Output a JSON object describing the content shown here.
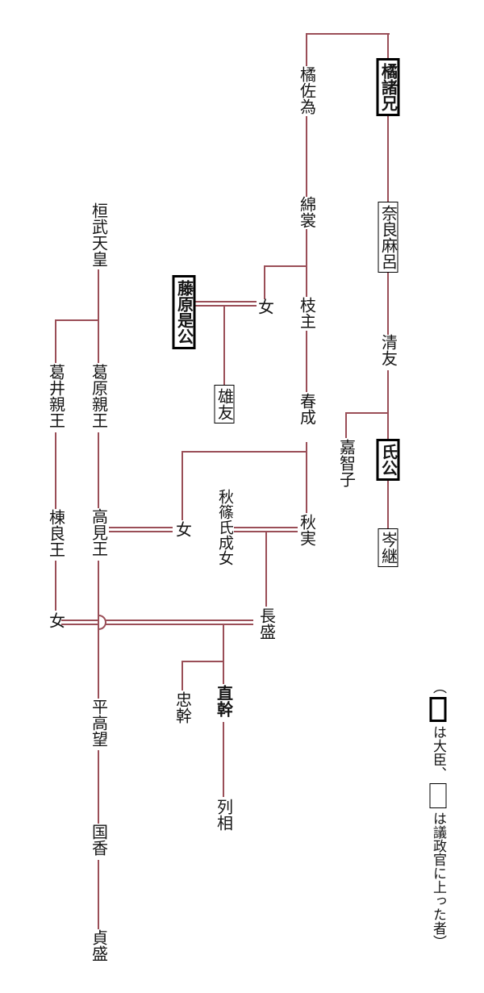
{
  "diagram": {
    "title": "Tachibana-Taira genealogy chart",
    "line_color": "#9a4e57",
    "people": {
      "tachibana_moroe": "橘諸兄",
      "tachibana_sai": "橘佐為",
      "watamo": "綿裳",
      "edanushi": "枝主",
      "harunari": "春成",
      "akizane": "秋実",
      "naramaro": "奈良麻呂",
      "kiyotomo": "清友",
      "kachiko": "嘉智子",
      "ujikimi": "氏公",
      "minetsugu": "岑継",
      "fujiwara_korekimi": "藤原是公",
      "otomo": "雄友",
      "korekimi_wife": "女",
      "takami_wife": "女",
      "nagamori_wife": "女",
      "akishino_ujinari_daughter": "秋篠氏成女",
      "nagamori": "長盛",
      "tadamoto": "忠幹",
      "naomoto": "直幹",
      "ressou": "列相",
      "emperor_kanmu": "桓武天皇",
      "prince_fujii": "葛井親王",
      "prince_kazurawara": "葛原親王",
      "muneyoshi_ou": "棟良王",
      "takami_ou": "高見王",
      "taira_takamochi": "平高望",
      "kunika": "国香",
      "sadamori": "貞盛"
    },
    "legend": {
      "prefix": "（",
      "minister_text": "は大臣、",
      "councillor_text": "は議政官に上った者）"
    }
  }
}
